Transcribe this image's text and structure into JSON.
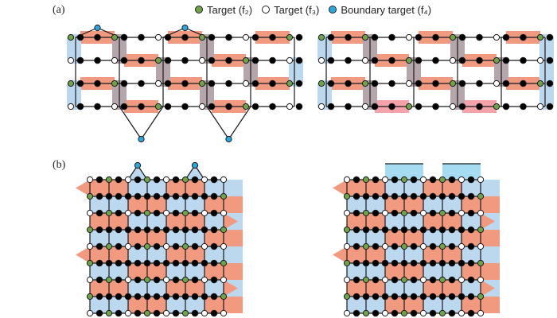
{
  "panels": {
    "a": "(a)",
    "b": "(b)"
  },
  "legend": [
    {
      "label": "Target (f₂)",
      "color": "#6fa34a"
    },
    {
      "label": "Target (f₃)",
      "color": "#ffffff"
    },
    {
      "label": "Boundary target (f₄)",
      "color": "#2ba7dd"
    }
  ],
  "colors": {
    "salmon": "#f29a80",
    "pink": "#f5a3ab",
    "blue_light": "#bcd8ef",
    "cyan_light": "#a6dcf1",
    "gray_plaquette": "#b4a6ab",
    "node_data": "#000000",
    "node_f2": "#6fa34a",
    "node_f3": "#ffffff",
    "node_f4": "#2ba7dd"
  }
}
